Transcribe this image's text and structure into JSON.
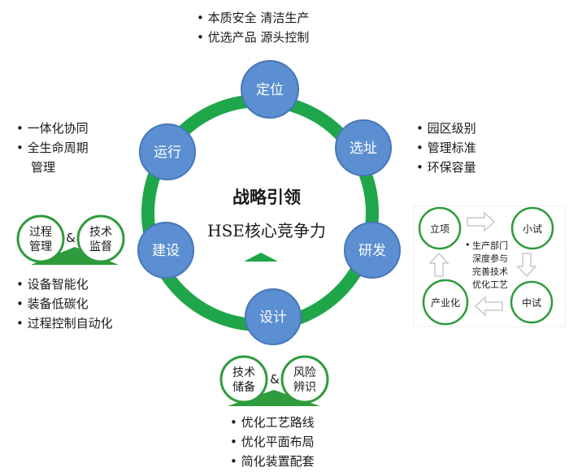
{
  "center": {
    "title": "战略引领",
    "subtitle": "HSE核心竞争力"
  },
  "ring_nodes": [
    {
      "label": "定位"
    },
    {
      "label": "选址"
    },
    {
      "label": "研发"
    },
    {
      "label": "设计"
    },
    {
      "label": "建设"
    },
    {
      "label": "运行"
    }
  ],
  "top_bullets": [
    "本质安全 清洁生产",
    "优选产品 源头控制"
  ],
  "left_top_bullets": [
    "一体化协同",
    "全生命周期",
    "管理"
  ],
  "right_top_bullets": [
    "园区级别",
    "管理标准",
    "环保容量"
  ],
  "left_mid": {
    "circle1": [
      "过程",
      "管理"
    ],
    "amp": "&",
    "circle2": [
      "技术",
      "监督"
    ]
  },
  "left_bottom_bullets": [
    "设备智能化",
    "装备低碳化",
    "过程控制自动化"
  ],
  "bottom_mid": {
    "circle1": [
      "技术",
      "储备"
    ],
    "amp": "&",
    "circle2": [
      "风险",
      "辨识"
    ]
  },
  "bottom_bullets": [
    "优化工艺路线",
    "优化平面布局",
    "简化装置配套"
  ],
  "cycle": {
    "nodes": [
      "立项",
      "小试",
      "中试",
      "产业化"
    ],
    "center_lines": [
      "生产部门",
      "深度参与",
      "完善技术",
      "优化工艺"
    ]
  },
  "colors": {
    "ring": "#1fa64a",
    "node_fill": "#5b8fd1",
    "node_stroke": "#4777b8",
    "outline_green": "#2e9b3c",
    "arrow": "#d9d9d9"
  }
}
